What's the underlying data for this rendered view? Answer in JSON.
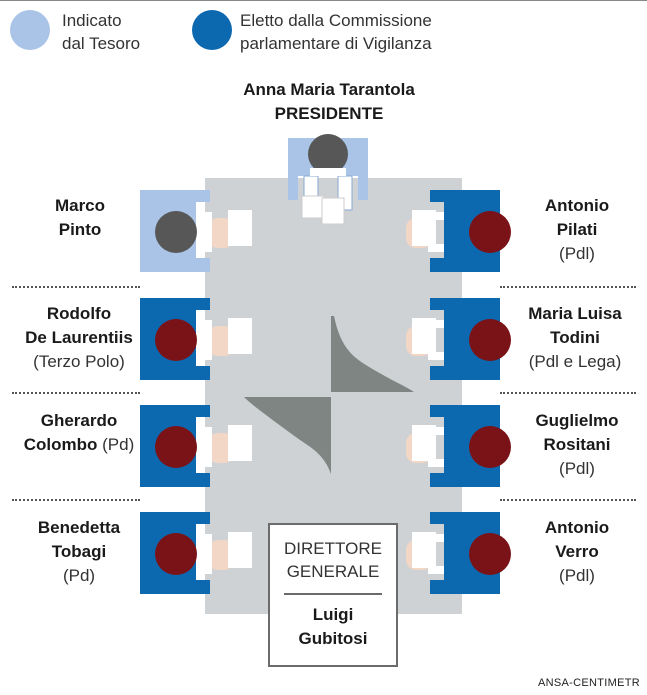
{
  "colors": {
    "treasury": "#a9c4e6",
    "commission": "#0c69b0",
    "head_dark": "#575757",
    "head_red": "#7a1318",
    "table": "#cfd2d4",
    "skin": "#f2d6c6"
  },
  "legend": {
    "treasury_line1": "Indicato",
    "treasury_line2": "dal Tesoro",
    "commission_line1": "Eletto dalla Commissione",
    "commission_line2": "parlamentare di Vigilanza"
  },
  "president": {
    "name": "Anna Maria Tarantola",
    "role": "PRESIDENTE"
  },
  "members_left": [
    {
      "line1": "Marco",
      "line2": "Pinto",
      "party": ""
    },
    {
      "line1": "Rodolfo",
      "line2": "De Laurentiis",
      "party": "(Terzo Polo)"
    },
    {
      "line1": "Gherardo",
      "line2": "Colombo",
      "party": "(Pd)"
    },
    {
      "line1": "Benedetta",
      "line2": "Tobagi",
      "party": "(Pd)"
    }
  ],
  "members_right": [
    {
      "line1": "Antonio",
      "line2": "Pilati",
      "party": "(Pdl)"
    },
    {
      "line1": "Maria Luisa",
      "line2": "Todini",
      "party": "(Pdl e Lega)"
    },
    {
      "line1": "Guglielmo",
      "line2": "Rositani",
      "party": "(Pdl)"
    },
    {
      "line1": "Antonio",
      "line2": "Verro",
      "party": "(Pdl)"
    }
  ],
  "director": {
    "title_line1": "DIRETTORE",
    "title_line2": "GENERALE",
    "name_line1": "Luigi",
    "name_line2": "Gubitosi"
  },
  "credit": "ANSA-CENTIMETR"
}
